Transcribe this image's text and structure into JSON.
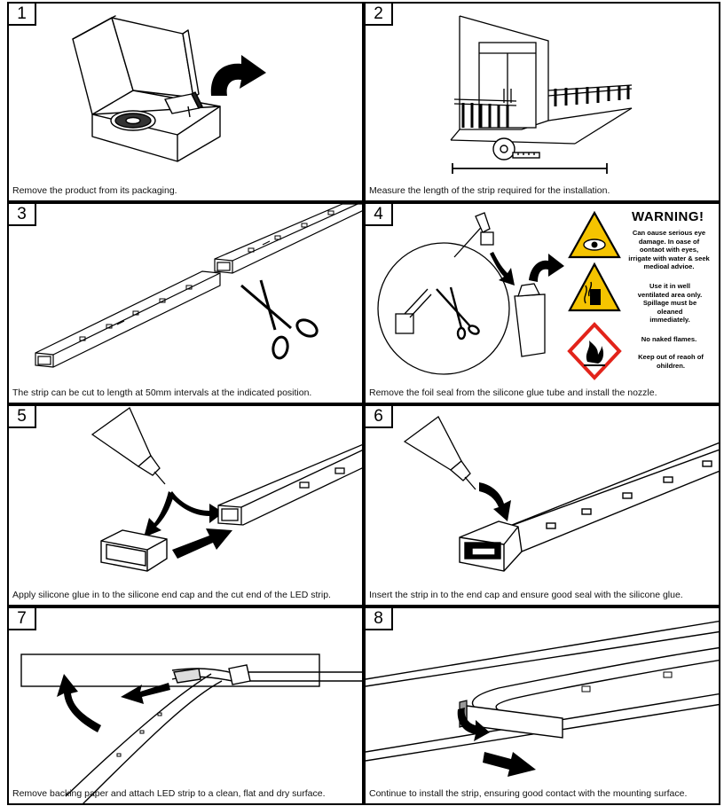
{
  "panels": [
    {
      "number": "1",
      "caption": "Remove the product from its packaging."
    },
    {
      "number": "2",
      "caption": "Measure the length of the strip required for the installation."
    },
    {
      "number": "3",
      "caption": "The strip can be cut to length at 50mm intervals at the indicated position."
    },
    {
      "number": "4",
      "caption": "Remove the foil seal from the silicone glue tube and install the nozzle."
    },
    {
      "number": "5",
      "caption": "Apply silicone glue in to the silicone end cap and the cut end of the LED strip."
    },
    {
      "number": "6",
      "caption": "Insert the strip in to the end cap and ensure good seal with the silicone glue."
    },
    {
      "number": "7",
      "caption": "Remove backing paper and attach LED strip to a clean, flat and dry surface."
    },
    {
      "number": "8",
      "caption": "Continue to install the strip, ensuring good contact with the mounting surface."
    }
  ],
  "warning": {
    "title": "WARNING!",
    "eye": "Can oause serious eye damage. In oase of oontaot with eyes, irrigate with water & seek medioal advioe.",
    "ventilation": "Use it in well ventilated area only. Spillage must be oleaned immediately.",
    "flames": "No naked flames.",
    "children": "Keep out of reaoh of ohildren."
  },
  "colors": {
    "border": "#000000",
    "hazard_yellow": "#f5c400",
    "hazard_red": "#e2231a"
  },
  "icons": [
    "box-icon",
    "arrow-icon",
    "building-icon",
    "tape-measure-icon",
    "scissors-icon",
    "glue-tube-icon",
    "eye-hazard-icon",
    "fumes-hazard-icon",
    "flame-hazard-icon",
    "end-cap-icon"
  ]
}
